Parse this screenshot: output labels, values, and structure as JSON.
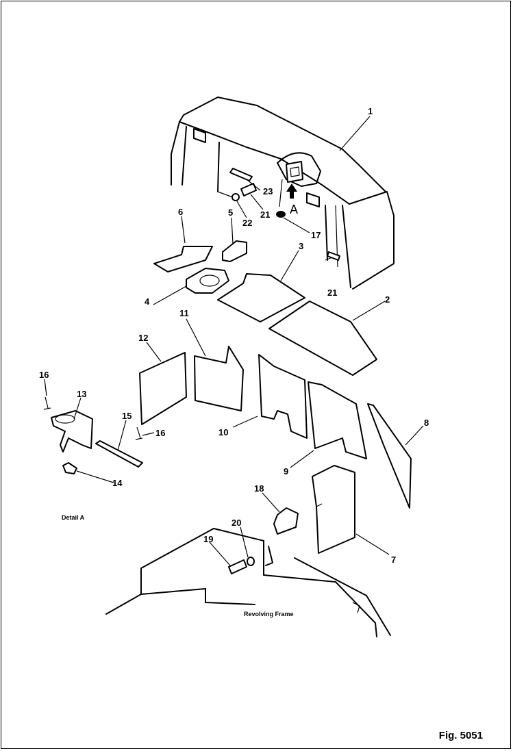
{
  "figure_label": "Fig. 5051",
  "detail_label": "Detail A",
  "frame_label": "Revolving Frame",
  "view_marker": "A",
  "callouts": {
    "c1": "1",
    "c2": "2",
    "c3": "3",
    "c4": "4",
    "c5": "5",
    "c6": "6",
    "c7": "7",
    "c8": "8",
    "c9": "9",
    "c10": "10",
    "c11": "11",
    "c12": "12",
    "c13": "13",
    "c14": "14",
    "c15": "15",
    "c16a": "16",
    "c16b": "16",
    "c17": "17",
    "c18": "18",
    "c19": "19",
    "c20": "20",
    "c21a": "21",
    "c21b": "21",
    "c22": "22",
    "c23": "23"
  }
}
